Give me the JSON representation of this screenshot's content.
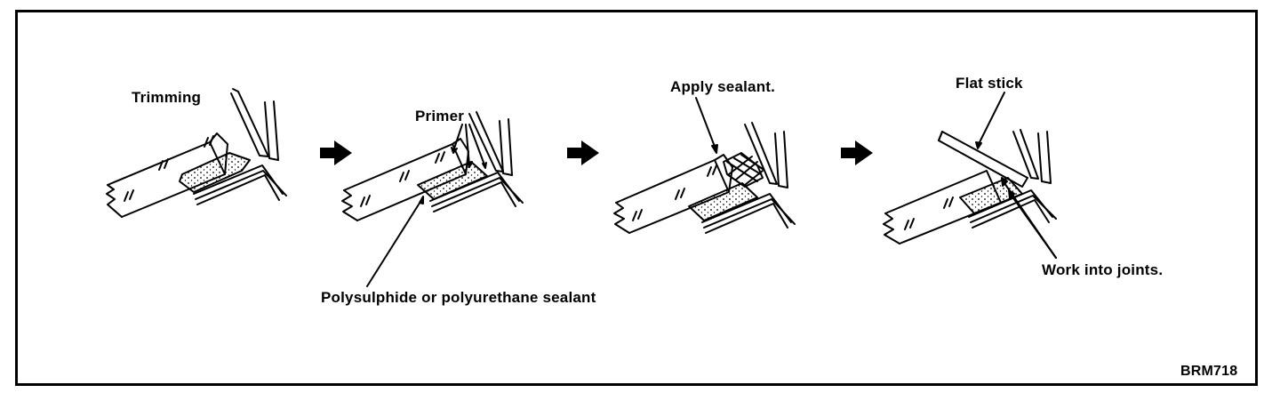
{
  "labels": {
    "trimming": "Trimming",
    "primer": "Primer",
    "sealant_type": "Polysulphide or polyurethane sealant",
    "apply_sealant": "Apply sealant.",
    "flat_stick": "Flat stick",
    "work_into_joints": "Work into joints."
  },
  "figure_code": "BRM718",
  "colors": {
    "ink": "#000000",
    "paper": "#ffffff"
  }
}
